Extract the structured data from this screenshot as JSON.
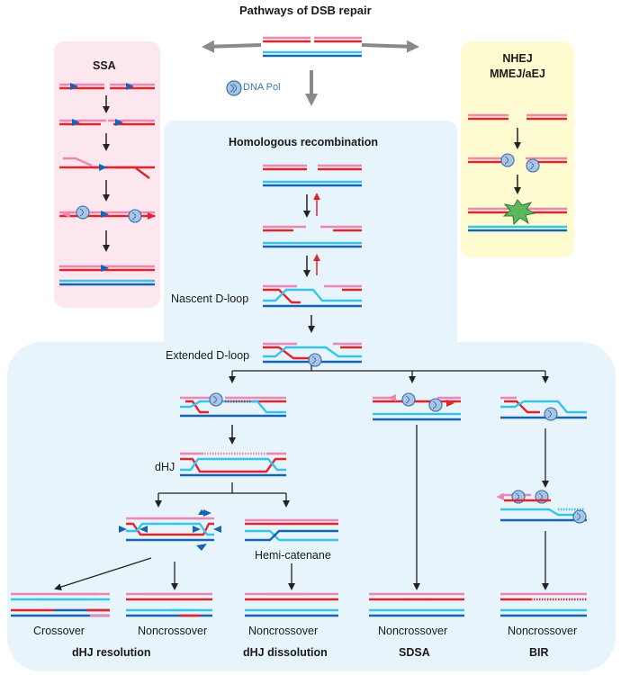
{
  "title": "Pathways of DSB repair",
  "panels": {
    "ssa": "SSA",
    "nhej": "NHEJ",
    "mmej": "MMEJ/aEJ",
    "hr": "Homologous recombination"
  },
  "legend": {
    "dna_pol": "DNA Pol"
  },
  "steps": {
    "nascent_dloop": "Nascent D-loop",
    "extended_dloop": "Extended D-loop",
    "dhj": "dHJ",
    "hemi_catenane": "Hemi-catenane"
  },
  "outcomes": {
    "crossover": "Crossover",
    "noncrossover": "Noncrossover"
  },
  "pathways": {
    "dhj_resolution": "dHJ resolution",
    "dhj_dissolution": "dHJ dissolution",
    "sdsa": "SDSA",
    "bir": "BIR"
  },
  "colors": {
    "red_strand": "#e3242b",
    "pink_strand": "#ee86b4",
    "light_blue_strand": "#35c4ec",
    "dark_blue_strand": "#1565b4",
    "ssa_bg": "#fce7ef",
    "nhej_bg": "#fffbd0",
    "hr_bg": "#e7f4fb",
    "polymerase": "#aac6e6",
    "ligase_star": "#5cb85c",
    "arrow_gray": "#8a8a8a"
  },
  "icons": [
    "dna-polymerase-icon",
    "ligation-star-icon",
    "resolvase-arrowhead-icon"
  ]
}
